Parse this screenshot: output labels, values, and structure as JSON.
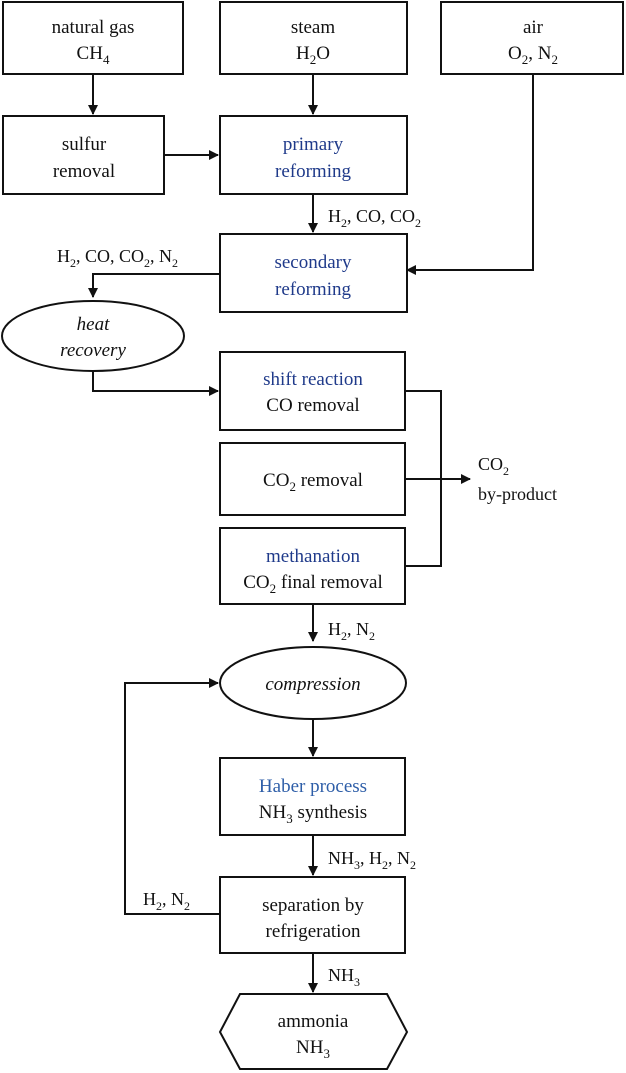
{
  "nodes": {
    "natural_gas": {
      "line1": "natural gas",
      "line2_main": "CH",
      "line2_sub": "4"
    },
    "steam": {
      "line1": "steam",
      "line2_a": "H",
      "line2_sub": "2",
      "line2_b": "O"
    },
    "air": {
      "line1": "air",
      "line2_a": "O",
      "line2_sub1": "2",
      "line2_b": ", N",
      "line2_sub2": "2"
    },
    "sulfur_removal": {
      "line1": "sulfur",
      "line2": "removal"
    },
    "primary_reforming": {
      "line1": "primary",
      "line2": "reforming"
    },
    "secondary_reforming": {
      "line1": "secondary",
      "line2": "reforming"
    },
    "heat_recovery": {
      "line1": "heat",
      "line2": "recovery"
    },
    "shift_reaction": {
      "line1": "shift reaction",
      "line2": "CO removal"
    },
    "co2_removal": {
      "a": "CO",
      "sub": "2",
      "b": " removal"
    },
    "methanation": {
      "line1": "methanation",
      "line2_a": "CO",
      "line2_sub": "2",
      "line2_b": " final removal"
    },
    "compression": {
      "line1": "compression"
    },
    "haber": {
      "line1": "Haber process",
      "line2_a": "NH",
      "line2_sub": "3",
      "line2_b": " synthesis"
    },
    "separation": {
      "line1": "separation by",
      "line2": "refrigeration"
    },
    "ammonia": {
      "line1": "ammonia",
      "line2_a": "NH",
      "line2_sub": "3"
    }
  },
  "flow_labels": {
    "after_primary": {
      "a": "H",
      "s1": "2",
      "b": ", CO, CO",
      "s2": "2"
    },
    "after_secondary": {
      "a": "H",
      "s1": "2",
      "b": ", CO, CO",
      "s2": "2",
      "c": ", N",
      "s3": "2"
    },
    "co2_out": {
      "a": "CO",
      "s1": "2",
      "line2": "by-product"
    },
    "after_methanation": {
      "a": "H",
      "s1": "2",
      "b": ", N",
      "s2": "2"
    },
    "after_haber": {
      "a": "NH",
      "s1": "3",
      "b": ", H",
      "s2": "2",
      "c": ", N",
      "s3": "2"
    },
    "recycle": {
      "a": "H",
      "s1": "2",
      "b": ", N",
      "s2": "2"
    },
    "after_separation": {
      "a": "NH",
      "s1": "3"
    }
  },
  "colors": {
    "accent_blue": "#1f3a8a",
    "line": "#111111"
  }
}
